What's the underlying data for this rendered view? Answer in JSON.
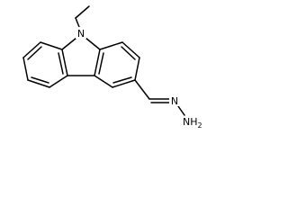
{
  "structure": {
    "atom_labels": {
      "ring_nitrogen": "N",
      "hydrazone_nitrogen": "N",
      "terminal_amine": "NH",
      "terminal_amine_subscript": "2"
    }
  }
}
